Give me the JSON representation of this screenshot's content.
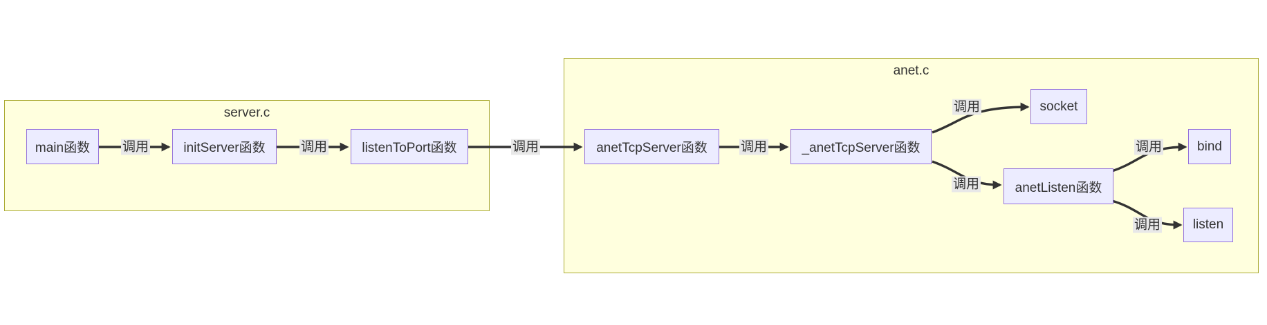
{
  "diagram": {
    "type": "flowchart-LR",
    "colors": {
      "cluster_fill": "#ffffde",
      "cluster_border": "#aaaa33",
      "node_fill": "#ececff",
      "node_border": "#9370db",
      "edge_color": "#333333",
      "edge_label_bg": "#e8e8e8",
      "text_color": "#333333"
    },
    "subgraphs": [
      {
        "label": "server.c",
        "nodes": [
          "main函数",
          "initServer函数",
          "listenToPort函数"
        ]
      },
      {
        "label": "anet.c",
        "nodes": [
          "anetTcpServer函数",
          "_anetTcpServer函数",
          "socket",
          "anetListen函数",
          "bind",
          "listen"
        ]
      }
    ],
    "nodes": [
      {
        "id": "main",
        "label": "main函数"
      },
      {
        "id": "initServer",
        "label": "initServer函数"
      },
      {
        "id": "listenToPort",
        "label": "listenToPort函数"
      },
      {
        "id": "anetTcpServer",
        "label": "anetTcpServer函数"
      },
      {
        "id": "_anetTcpServer",
        "label": "_anetTcpServer函数"
      },
      {
        "id": "socket",
        "label": "socket"
      },
      {
        "id": "anetListen",
        "label": "anetListen函数"
      },
      {
        "id": "bind",
        "label": "bind"
      },
      {
        "id": "listen",
        "label": "listen"
      }
    ],
    "edges": [
      {
        "from": "main函数",
        "to": "initServer函数",
        "label": "调用"
      },
      {
        "from": "initServer函数",
        "to": "listenToPort函数",
        "label": "调用"
      },
      {
        "from": "listenToPort函数",
        "to": "anetTcpServer函数",
        "label": "调用"
      },
      {
        "from": "anetTcpServer函数",
        "to": "_anetTcpServer函数",
        "label": "调用"
      },
      {
        "from": "_anetTcpServer函数",
        "to": "socket",
        "label": "调用"
      },
      {
        "from": "_anetTcpServer函数",
        "to": "anetListen函数",
        "label": "调用"
      },
      {
        "from": "anetListen函数",
        "to": "bind",
        "label": "调用"
      },
      {
        "from": "anetListen函数",
        "to": "listen",
        "label": "调用"
      }
    ]
  }
}
